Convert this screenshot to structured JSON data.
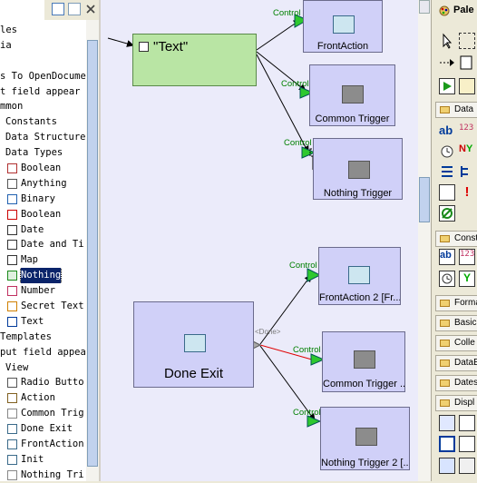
{
  "tree": {
    "rows": [
      {
        "text": "les"
      },
      {
        "text": "ia"
      },
      {
        "text": ""
      },
      {
        "text": "s To OpenDocumen"
      },
      {
        "text": "t field appear"
      },
      {
        "text": "mmon"
      },
      {
        "text": "Constants"
      },
      {
        "text": "Data Structures"
      },
      {
        "text": "Data Types"
      },
      {
        "text": "Boolean",
        "icon": "bars-icon"
      },
      {
        "text": "Anything",
        "icon": "anything-icon"
      },
      {
        "text": "Binary",
        "icon": "binary-icon"
      },
      {
        "text": "Boolean",
        "icon": "nyes-icon"
      },
      {
        "text": "Date",
        "icon": "date-icon"
      },
      {
        "text": "Date and Ti",
        "icon": "clock-icon"
      },
      {
        "text": "Map",
        "icon": "map-icon"
      },
      {
        "text": "Nothing",
        "icon": "nothing-icon",
        "selected": true
      },
      {
        "text": "Number",
        "icon": "number-icon"
      },
      {
        "text": "Secret Text",
        "icon": "secret-icon"
      },
      {
        "text": "Text",
        "icon": "text-icon"
      },
      {
        "text": "Templates"
      },
      {
        "text": "put field appear"
      },
      {
        "text": "View"
      },
      {
        "text": "Radio Butto",
        "icon": "radio-icon"
      },
      {
        "text": "Action",
        "icon": "action-icon"
      },
      {
        "text": "Common Trig",
        "icon": "trigger-icon"
      },
      {
        "text": "Done Exit",
        "icon": "exit-icon"
      },
      {
        "text": "FrontAction",
        "icon": "frontaction-icon"
      },
      {
        "text": "Init",
        "icon": "init-icon"
      },
      {
        "text": "Nothing Tri",
        "icon": "trigger-icon"
      }
    ]
  },
  "canvas": {
    "nodes": {
      "text_node": {
        "label": "\"Text\""
      },
      "front_action": {
        "label": "FrontAction"
      },
      "common_trigger": {
        "label": "Common Trigger"
      },
      "nothing_trigger": {
        "label": "Nothing Trigger"
      },
      "front_action_2": {
        "label": "FrontAction 2 [Fr..."
      },
      "done_exit": {
        "label": "Done Exit"
      },
      "common_trigger_2": {
        "label": "Common Trigger ..."
      },
      "nothing_trigger_2": {
        "label": "Nothing Trigger 2 [..."
      }
    },
    "control_label": "Control",
    "done_label": "<Done>"
  },
  "palette": {
    "title": "Pale",
    "drawers": [
      "Data",
      "Const",
      "Forma",
      "Basic",
      "Colle",
      "DataE",
      "Dates",
      "Displ"
    ]
  },
  "colors": {
    "canvas_bg": "#ebebfa",
    "node_fill": "#d0d0f8",
    "text_node_fill": "#b9e5a4",
    "selection": "#0a246a",
    "control_green": "#008000",
    "wire_red": "#e00000"
  }
}
